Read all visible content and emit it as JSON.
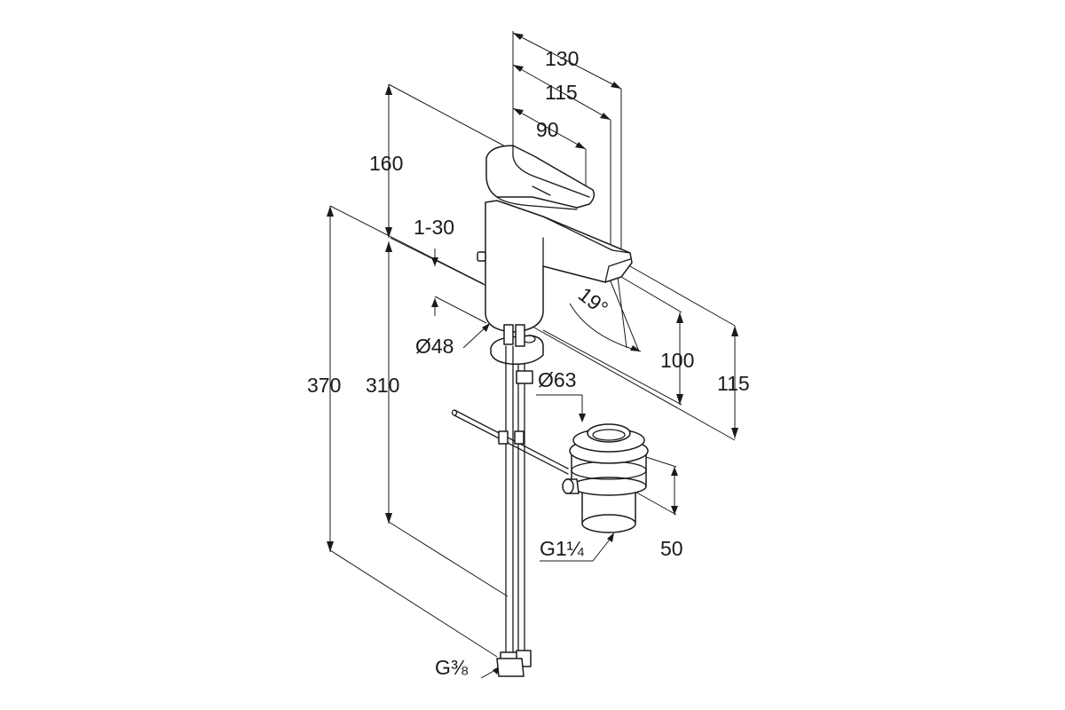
{
  "dimensions": {
    "reach_130": "130",
    "reach_115": "115",
    "reach_90": "90",
    "height_160": "160",
    "deck_thickness": "1-30",
    "total_370": "370",
    "hose_310": "310",
    "spout_angle": "19°",
    "clearance_100": "100",
    "spout_height_115": "115",
    "base_diameter": "Ø48",
    "waste_diameter": "Ø63",
    "waste_height_50": "50",
    "waste_thread": "G1¼",
    "hose_thread": "G⅜"
  }
}
